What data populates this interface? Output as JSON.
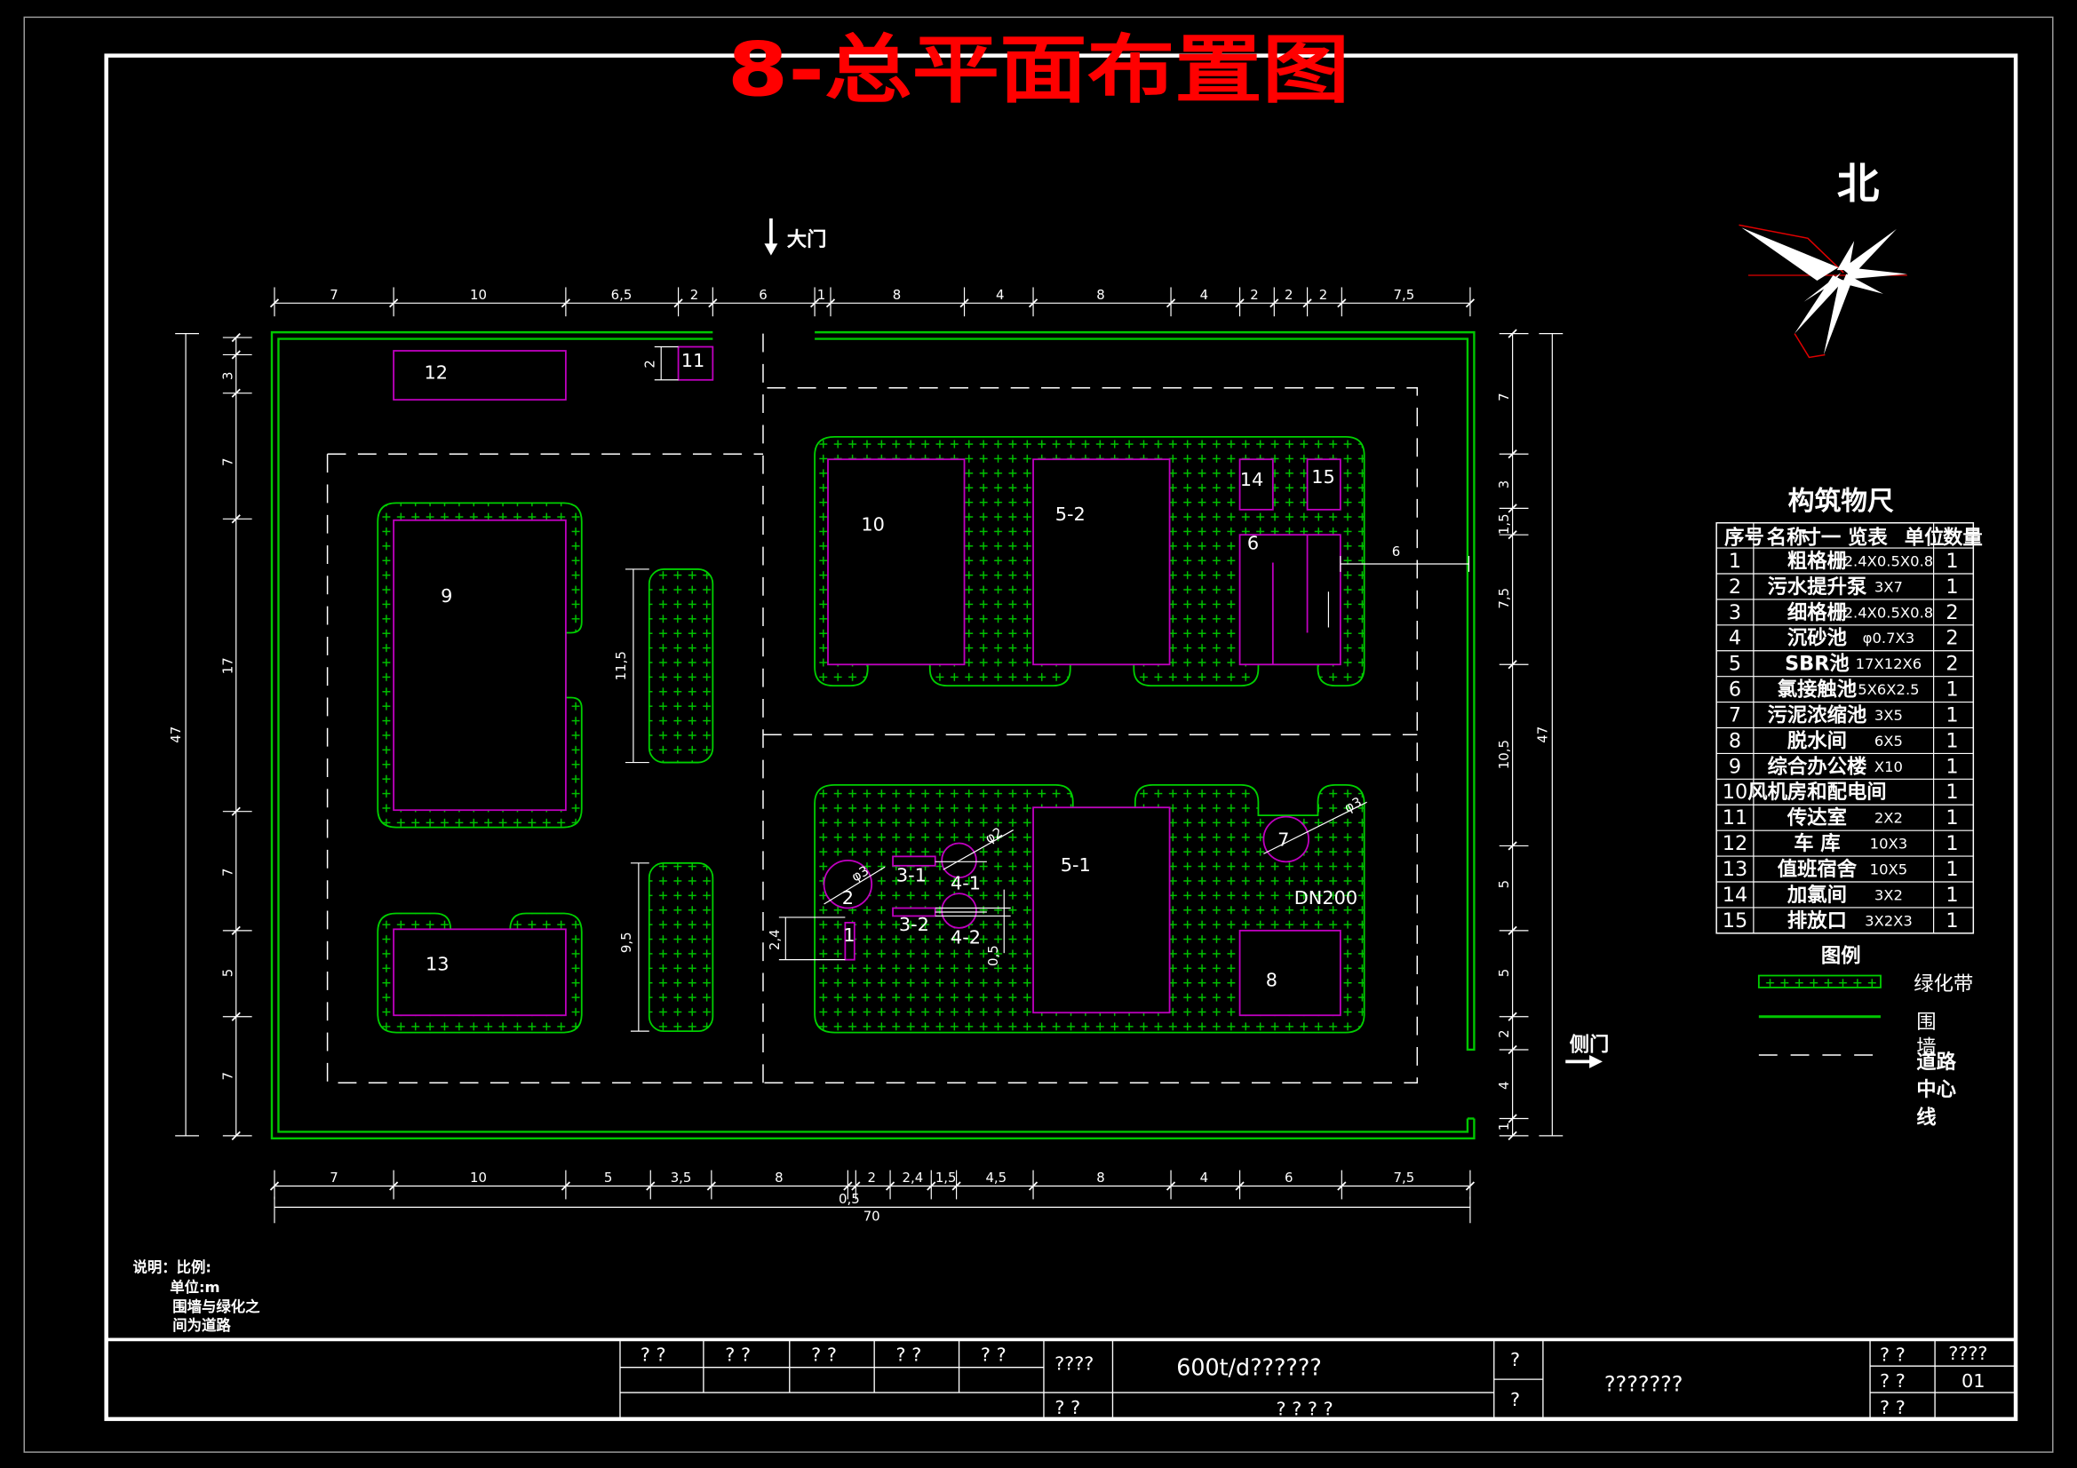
{
  "title": "8-总平面布置图",
  "north_label": "北",
  "gates": {
    "main": "大门",
    "side": "侧门"
  },
  "dimensions": {
    "top": [
      "7",
      "10",
      "6,5",
      "2",
      "6",
      "1",
      "8",
      "4",
      "8",
      "4",
      "2",
      "2",
      "2",
      "7,5"
    ],
    "bottom": [
      "7",
      "10",
      "5",
      "3,5",
      "8",
      "2",
      "2,4",
      "1,5",
      "4,5",
      "8",
      "4",
      "6",
      "7,5"
    ],
    "bottom_small": "0,5",
    "bottom_total": "70",
    "left": [
      "3",
      "7",
      "17",
      "7",
      "5",
      "7"
    ],
    "left_total": "47",
    "right": [
      "7",
      "3",
      "1,5",
      "7,5",
      "10,5",
      "5",
      "5",
      "2",
      "4",
      "1"
    ],
    "right_total": "47",
    "gatehouse_depth": "2",
    "strip_north": "11,5",
    "strip_south": "9,5",
    "pipe_offset": "2,4",
    "pipe_gap": "0,5",
    "east_setback": "6",
    "diameter_2": "φ3",
    "diameter_4": "φ2",
    "diameter_7": "φ3"
  },
  "structures": {
    "s1": "1",
    "s2": "2",
    "s3_1": "3-1",
    "s3_2": "3-2",
    "s4_1": "4-1",
    "s4_2": "4-2",
    "s5_1": "5-1",
    "s5_2": "5-2",
    "s6": "6",
    "s7": "7",
    "s8": "8",
    "s9": "9",
    "s10": "10",
    "s11": "11",
    "s12": "12",
    "s13": "13",
    "s14": "14",
    "s15": "15"
  },
  "pipe_label": "DN200",
  "table": {
    "title": "构筑物尺",
    "title_overflow": "寸一 览表",
    "headers": [
      "序号",
      "名称",
      "单位",
      "数量"
    ],
    "rows": [
      {
        "no": "1",
        "name": "粗格栅",
        "size": "2.4X0.5X0.8",
        "qty": "1"
      },
      {
        "no": "2",
        "name": "污水提升泵",
        "size": "3X7",
        "qty": "1"
      },
      {
        "no": "3",
        "name": "细格栅",
        "size": "2.4X0.5X0.8",
        "qty": "2"
      },
      {
        "no": "4",
        "name": "沉砂池",
        "size": "φ0.7X3",
        "qty": "2"
      },
      {
        "no": "5",
        "name": "SBR池",
        "size": "17X12X6",
        "qty": "2"
      },
      {
        "no": "6",
        "name": "氯接触池",
        "size": "5X6X2.5",
        "qty": "1"
      },
      {
        "no": "7",
        "name": "污泥浓缩池",
        "size": "3X5",
        "qty": "1"
      },
      {
        "no": "8",
        "name": "脱水间",
        "size": "6X5",
        "qty": "1"
      },
      {
        "no": "9",
        "name": "综合办公楼",
        "size": "X10",
        "qty": "1"
      },
      {
        "no": "10",
        "name": "风机房和配电间",
        "qty": "1"
      },
      {
        "no": "11",
        "name": "传达室",
        "size": "2X2",
        "qty": "1"
      },
      {
        "no": "12",
        "name": "车  库",
        "size": "10X3",
        "qty": "1"
      },
      {
        "no": "13",
        "name": "值班宿舍",
        "size": "10X5",
        "qty": "1"
      },
      {
        "no": "14",
        "name": "加氯间",
        "size": "3X2",
        "qty": "1"
      },
      {
        "no": "15",
        "name": "排放口",
        "size": "3X2X3",
        "qty": "1"
      }
    ]
  },
  "legend": {
    "title": "图例",
    "greenbelt": "绿化带",
    "wall": [
      "围",
      "墙"
    ],
    "road": [
      "道路",
      "中心",
      "线"
    ]
  },
  "notes": [
    "说明：比例:",
    "单位:m",
    "围墙与绿化之",
    "间为道路"
  ],
  "title_block": {
    "signatures": [
      "? ?",
      "? ?",
      "? ?",
      "? ?",
      "? ?"
    ],
    "scale_label": "????",
    "scale_value": "? ?",
    "project": "600t/d??????",
    "project_sub": "? ? ? ?",
    "mark_top": "?",
    "mark_bottom": "?",
    "drawing_name": "???????",
    "right_labels": [
      "? ?",
      "? ?",
      "? ?"
    ],
    "sheet_label": "????",
    "sheet_no": "01"
  },
  "colors": {
    "background": "#000000",
    "title": "#ff0000",
    "wall": "#00c800",
    "greenbelt": "#00d000",
    "building": "#c000c0",
    "lines": "#ffffff"
  }
}
